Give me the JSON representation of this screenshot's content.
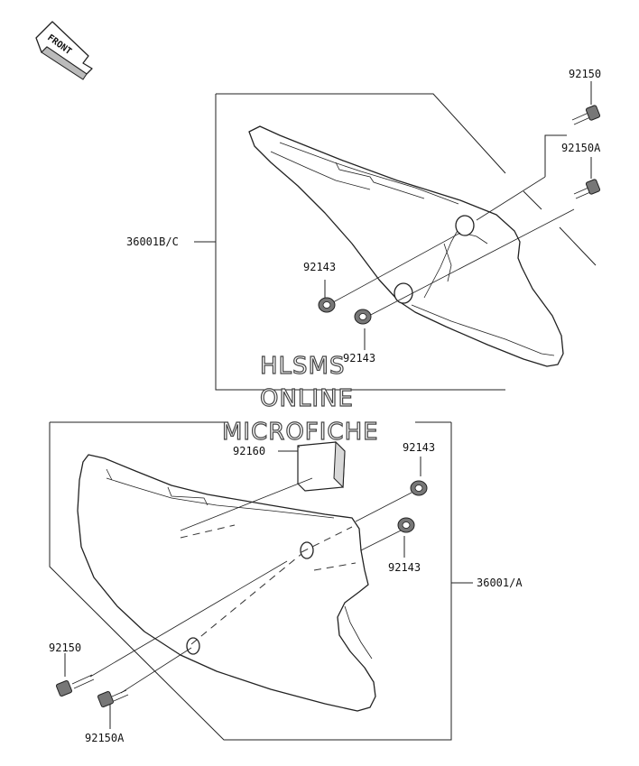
{
  "front_indicator": {
    "label": "FRONT"
  },
  "labels": {
    "upper_bolt": "92150",
    "upper_bolt_a": "92150A",
    "upper_cover": "36001B/C",
    "upper_washer_left": "92143",
    "upper_washer_bottom": "92143",
    "pad": "92160",
    "lower_washer_top": "92143",
    "lower_washer_bottom": "92143",
    "lower_cover": "36001/A",
    "lower_bolt": "92150",
    "lower_bolt_a": "92150A"
  },
  "watermark": {
    "line1": "HLSMS",
    "line2": "ONLINE",
    "line3": "MICROFICHE"
  }
}
